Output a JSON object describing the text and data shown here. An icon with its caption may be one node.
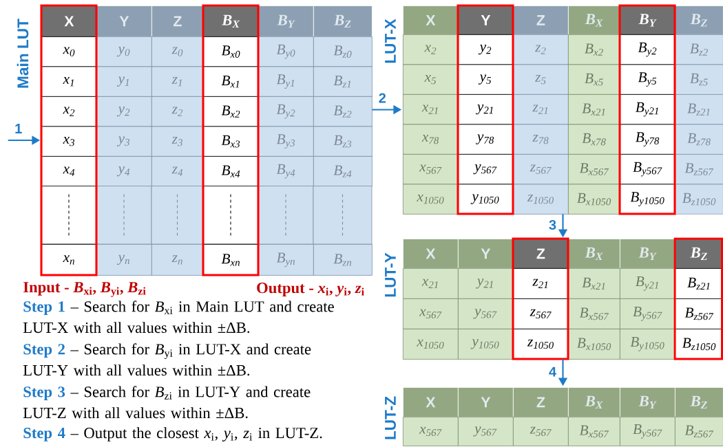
{
  "diagram": {
    "nodes": [
      {
        "text": [
          "Main LUT"
        ]
      },
      {
        "text": [
          "LUT-X"
        ]
      },
      {
        "text": [
          "LUT-Y"
        ]
      },
      {
        "text": [
          "LUT-Z"
        ]
      }
    ],
    "edges": [
      {
        "from": null,
        "to": 0,
        "arrow": "to",
        "label": "1"
      },
      {
        "from": 0,
        "to": 1,
        "arrow": "to",
        "label": "2"
      },
      {
        "from": 1,
        "to": 2,
        "arrow": "to",
        "label": "3"
      },
      {
        "from": 2,
        "to": 3,
        "arrow": "to",
        "label": "4"
      }
    ],
    "labels": [
      "X",
      "Y",
      "Z",
      "B$_{X}$",
      "B$_{Y}$",
      "B$_{Z}$",
      "x$_{0}$",
      "y$_{0}$",
      "z$_{0}$",
      "B$_{x0}$",
      "B$_{y0}$",
      "B$_{z0}$",
      "x$_{1}$",
      "y$_{1}$",
      "z$_{1}$",
      "B$_{x1}$",
      "B$_{y1}$",
      "B$_{z1}$",
      "x$_{2}$",
      "y$_{2}$",
      "z$_{2}$",
      "B$_{x2}$",
      "B$_{y2}$",
      "B$_{z2}$",
      "x$_{3}$",
      "y$_{3}$",
      "z$_{3}$",
      "B$_{x3}$",
      "B$_{y3}$",
      "B$_{z3}$",
      "x$_{4}$",
      "y$_{4}$",
      "z$_{4}$",
      "B$_{x4}$",
      "B$_{y4}$",
      "B$_{z4}$",
      "x$_{n}$",
      "y$_{n}$",
      "z$_{n}$",
      "B$_{xn}$",
      "B$_{yn}$",
      "B$_{zn}$",
      "X",
      "Y",
      "Z",
      "B$_{X}$",
      "B$_{Y}$",
      "B$_{Z}$",
      "x$_{2}$",
      "y$_{2}$",
      "z$_{2}$",
      "B$_{x2}$",
      "B$_{y2}$",
      "B$_{z2}$",
      "x$_{5}$",
      "y$_{5}$",
      "z$_{5}$",
      "B$_{x5}$",
      "B$_{y5}$",
      "B$_{z5}$",
      "x$_{21}$",
      "y$_{21}$",
      "z$_{21}$",
      "B$_{x21}$",
      "B$_{y21}$",
      "B$_{z21}$",
      "x$_{78}$",
      "y$_{78}$",
      "z$_{78}$",
      "B$_{x78}$",
      "B$_{y78}$",
      "B$_{z78}$",
      "x$_{567}$",
      "y$_{567}$",
      "z$_{567}$",
      "B$_{x567}$",
      "B$_{y567}$",
      "B$_{z567}$",
      "x$_{1050}$",
      "y$_{1050}$",
      "z$_{1050}$",
      "B$_{x1050}$",
      "B$_{y1050}$",
      "B$_{z1050}$",
      "X",
      "Y",
      "Z",
      "B$_{X}$",
      "B$_{Y}$",
      "B$_{Z}$",
      "x$_{21}$",
      "y$_{21}$",
      "z$_{21}$",
      "B$_{x21}$",
      "B$_{y21}$",
      "B$_{z21}$",
      "x$_{567}$",
      "y$_{567}$",
      "z$_{567}$",
      "B$_{x567}$",
      "B$_{y567}$",
      "B$_{z567}$",
      "x$_{1050}$",
      "y$_{1050}$",
      "z$_{1050}$",
      "B$_{x1050}$",
      "B$_{y1050}$",
      "B$_{z1050}$",
      "X",
      "Y",
      "Z",
      "B$_{X}$",
      "B$_{Y}$",
      "B$_{Z}$",
      "x$_{567}$",
      "y$_{567}$",
      "z$_{567}$",
      "B$_{x567}$",
      "B$_{y567}$",
      "B$_{z567}$",
      "Input - *B*$_{xi}$, *B*$_{yi}$, *B*$_{zi}$",
      "Output - *x*$_{i}$, *y*$_{i}$, *z*$_{i}$",
      "**Step 1** – Search for *B*$_{xi}$ in Main LUT and create LUT-X with all values within ±ΔB.",
      "**Step 2** – Search for *B*$_{yi}$ in LUT-X and create LUT-Y with all values within ±ΔB.",
      "**Step 3** – Search for *B*$_{zi}$ in LUT-Y and create LUT-Z with all values within ±ΔB.",
      "**Step 4** – Output the closest *x*$_{i}$, *y*$_{i}$, *z*$_{i}$ in LUT-Z."
    ]
  }
}
